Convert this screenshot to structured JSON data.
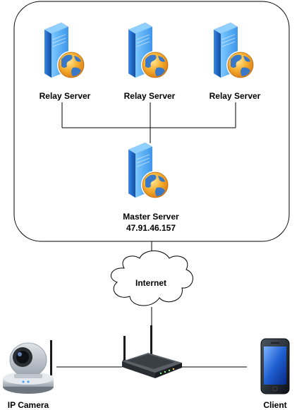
{
  "nodes": {
    "relay_servers": [
      {
        "label": "Relay Server"
      },
      {
        "label": "Relay Server"
      },
      {
        "label": "Relay Server"
      }
    ],
    "master_server": {
      "label": "Master Server",
      "ip": "47.91.46.157"
    },
    "internet": {
      "label": "Internet"
    },
    "router": {
      "label": ""
    },
    "ip_camera": {
      "label": "IP Camera"
    },
    "client": {
      "label": "Client"
    }
  },
  "colors": {
    "server_blue": "#2f79d6",
    "server_light": "#5ab2ff",
    "globe_orange": "#f0a020",
    "globe_blue": "#3a78c8",
    "line": "#000000"
  },
  "icons": {
    "server": "server-globe-icon",
    "cloud": "cloud-icon",
    "router": "wireless-router-icon",
    "camera": "ip-camera-icon",
    "phone": "smartphone-icon"
  }
}
